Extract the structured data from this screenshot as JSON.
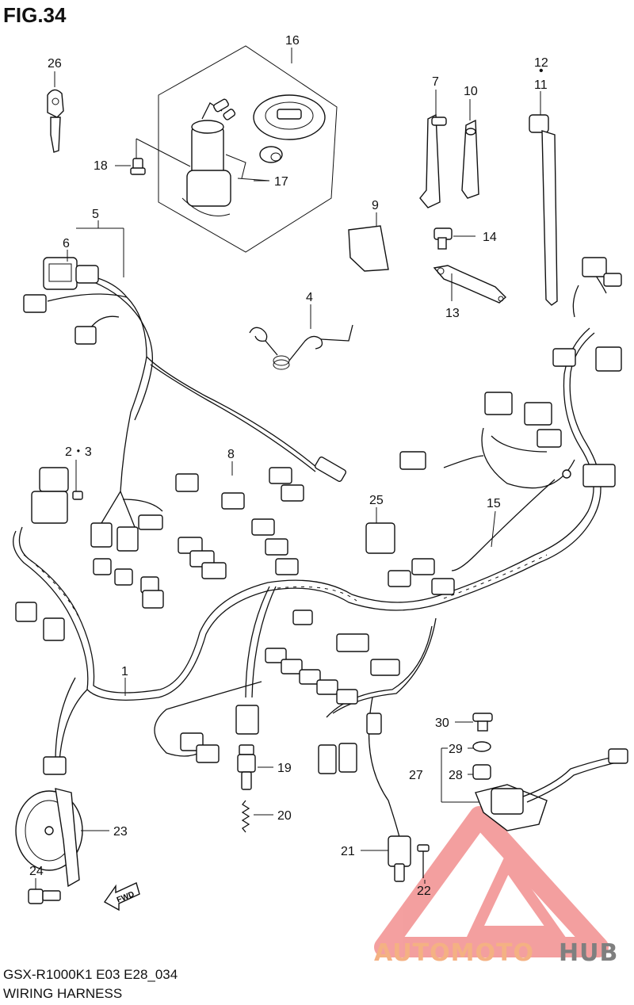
{
  "figure_label": "FIG.34",
  "footer": {
    "code": "GSX-R1000K1 E03 E28_034",
    "name": "WIRING HARNESS"
  },
  "direction_marker": "FWD",
  "watermark": {
    "part1": "AUTOMOTO",
    "part2": "HUB",
    "color_primary": "#f4b183",
    "color_secondary": "#7f7f7f",
    "logo_color": "#f08080"
  },
  "callouts": {
    "c1": "1",
    "c2_3": "2・3",
    "c4": "4",
    "c5": "5",
    "c6": "6",
    "c7": "7",
    "c8": "8",
    "c9": "9",
    "c10": "10",
    "c11": "11",
    "c12": "12",
    "c13": "13",
    "c14": "14",
    "c15": "15",
    "c16": "16",
    "c17": "17",
    "c18": "18",
    "c19": "19",
    "c20": "20",
    "c21": "21",
    "c22": "22",
    "c23": "23",
    "c24": "24",
    "c25": "25",
    "c26": "26",
    "c27": "27",
    "c28": "28",
    "c29": "29",
    "c30": "30"
  }
}
